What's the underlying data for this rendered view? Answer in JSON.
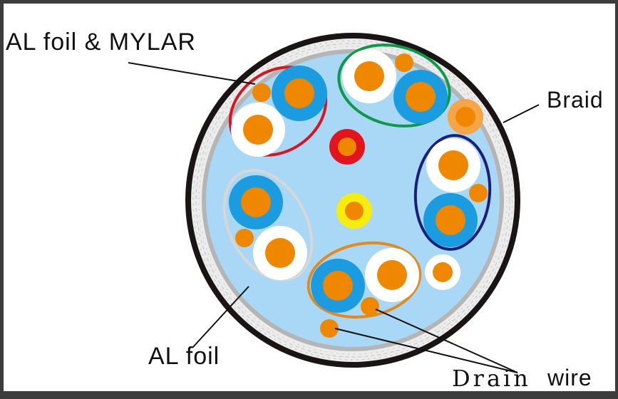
{
  "labels": {
    "al_foil_mylar": "AL foil & MYLAR",
    "braid": "Braid",
    "al_foil": "AL foil",
    "drain": "Drain",
    "wire": "wire"
  },
  "colors": {
    "jacket": "#1a1514",
    "braid": "#e6e6e6",
    "foil_ring": "#b5b5b5",
    "core_fill": "#a8d8f6",
    "conductor": "#ef8800",
    "blue_insulation": "#1b9ce0",
    "white_insulation": "#ffffff",
    "pair_red": "#d9141e",
    "pair_green": "#0d9a48",
    "pair_navy": "#1b1f7c",
    "pair_gray": "#d7d7d7",
    "pair_orange": "#e48a1d",
    "center_red": "#e2151c",
    "center_yellow": "#f7ec0e",
    "drain_light": "#f5a545"
  }
}
